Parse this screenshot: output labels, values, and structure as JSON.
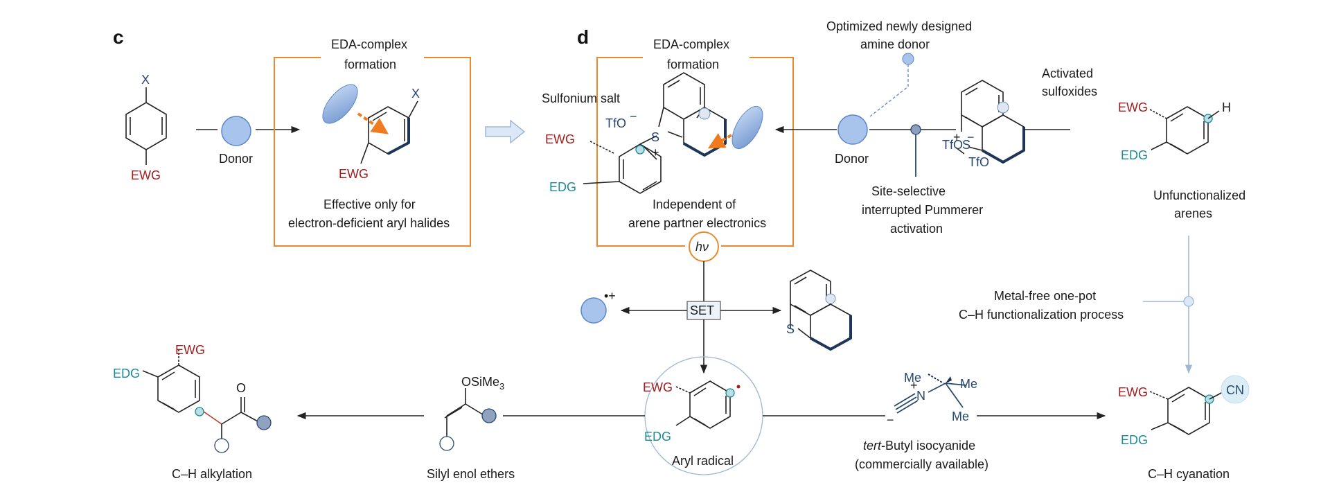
{
  "panels": {
    "c": "c",
    "d": "d"
  },
  "panel_c": {
    "x_label": "X",
    "ewg_label": "EWG",
    "donor_label": "Donor",
    "box_title_line1": "EDA-complex",
    "box_title_line2": "formation",
    "box_x_label": "X",
    "box_ewg_label": "EWG",
    "caption_line1": "Effective only for",
    "caption_line2": "electron-deficient aryl halides"
  },
  "panel_d": {
    "box_title_line1": "EDA-complex",
    "box_title_line2": "formation",
    "sulfonium_label": "Sulfonium salt",
    "tfo_label": "TfO",
    "tfo_charge": "−",
    "s_label": "S",
    "s_charge": "+",
    "ewg_label": "EWG",
    "edg_label": "EDG",
    "caption_line1": "Independent of",
    "caption_line2": "arene partner electronics",
    "hv_label": "hν",
    "set_label": "SET",
    "radical_cation": "•+",
    "thianthrene_s": "S",
    "amine_line1": "Optimized newly designed",
    "amine_line2": "amine donor",
    "donor_label": "Donor",
    "activation_line1": "Site-selective",
    "activation_line2": "interrupted Pummerer",
    "activation_line3": "activation",
    "activated_line1": "Activated",
    "activated_line2": "sulfoxides",
    "tfo_a": "TfO",
    "tfo_a_charge": "−",
    "tfo_b": "TfO",
    "s_plus": "+",
    "s_b": "S",
    "arene_ewg": "EWG",
    "arene_edg": "EDG",
    "arene_h": "H",
    "arene_line1": "Unfunctionalized",
    "arene_line2": "arenes",
    "metalfree_line1": "Metal-free one-pot",
    "metalfree_line2": "C–H functionalization process",
    "radical_ewg": "EWG",
    "radical_edg": "EDG",
    "radical_label": "Aryl radical",
    "iso_me1": "Me",
    "iso_me2": "Me",
    "iso_me3": "Me",
    "iso_n": "N",
    "iso_plus": "+",
    "iso_minus": "−",
    "iso_name_italic": "tert",
    "iso_name_rest": "-Butyl isocyanide",
    "iso_line2": "(commercially available)",
    "cyan_ewg": "EWG",
    "cyan_edg": "EDG",
    "cyan_cn": "CN",
    "cyan_label": "C–H cyanation",
    "enol_label_main": "OSiMe",
    "enol_label_sub": "3",
    "enol_caption": "Silyl enol ethers",
    "alk_ewg": "EWG",
    "alk_edg": "EDG",
    "alk_o": "O",
    "alk_caption": "C–H alkylation"
  },
  "colors": {
    "ewg": "#a11d1d",
    "edg": "#1c8a96",
    "navy": "#27476e",
    "orange": "#e8892c",
    "donor_fill": "#a9c4ec",
    "radical_circle": "#9fb7d3"
  }
}
